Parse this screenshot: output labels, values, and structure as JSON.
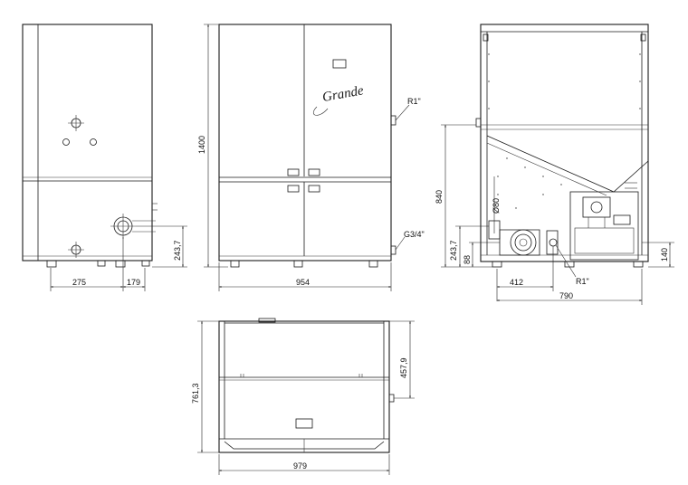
{
  "dimensions": {
    "front_275": "275",
    "front_179": "179",
    "front_243": "243,7",
    "height_1400": "1400",
    "width_954": "954",
    "thread_r1_top": "R1\"",
    "thread_g34": "G3/4\"",
    "height_840": "840",
    "dia_80": "Ø80",
    "side_243": "243,7",
    "side_88": "88",
    "side_412": "412",
    "side_r1": "R1\"",
    "side_140": "140",
    "depth_790": "790",
    "top_761": "761,3",
    "top_457": "457,9",
    "top_979": "979"
  },
  "brand": {
    "logo_text": "Grande"
  }
}
